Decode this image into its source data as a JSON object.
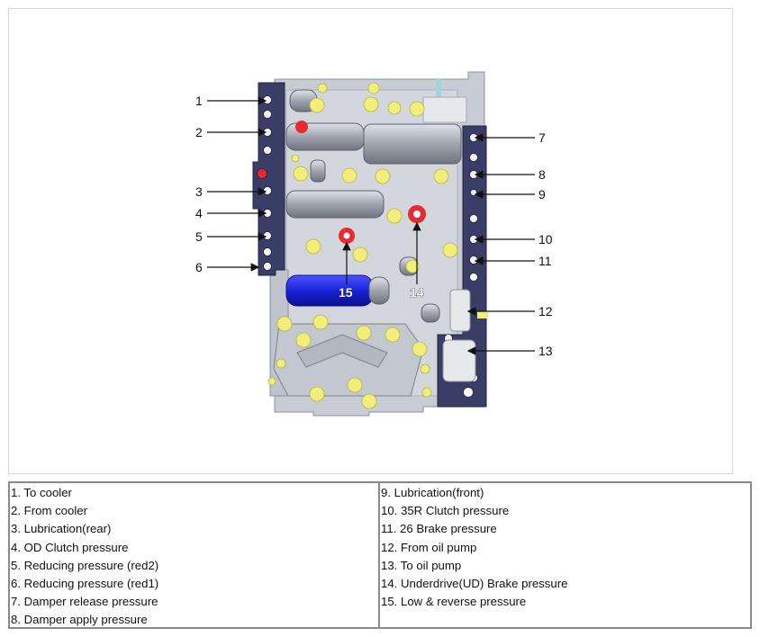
{
  "callouts": {
    "c1": "1",
    "c2": "2",
    "c3": "3",
    "c4": "4",
    "c5": "5",
    "c6": "6",
    "c7": "7",
    "c8": "8",
    "c9": "9",
    "c10": "10",
    "c11": "11",
    "c12": "12",
    "c13": "13",
    "c14": "14",
    "c15": "15"
  },
  "legend": {
    "left": [
      "1. To cooler",
      "2. From cooler",
      "3. Lubrication(rear)",
      "4. OD Clutch pressure",
      "5. Reducing pressure (red2)",
      "6. Reducing pressure (red1)",
      "7. Damper release pressure",
      "8. Damper apply pressure"
    ],
    "right": [
      "9. Lubrication(front)",
      "10. 35R Clutch pressure",
      "11. 26 Brake pressure",
      "12. From oil pump",
      "13. To oil pump",
      "14. Underdrive(UD) Brake pressure",
      "15. Low & reverse pressure"
    ]
  },
  "colors": {
    "body": "#c8ccd4",
    "gasket": "#3a3d66",
    "accent_yellow": "#f2ee7a",
    "accent_red": "#e8292f",
    "accent_blue": "#1a22d8"
  }
}
